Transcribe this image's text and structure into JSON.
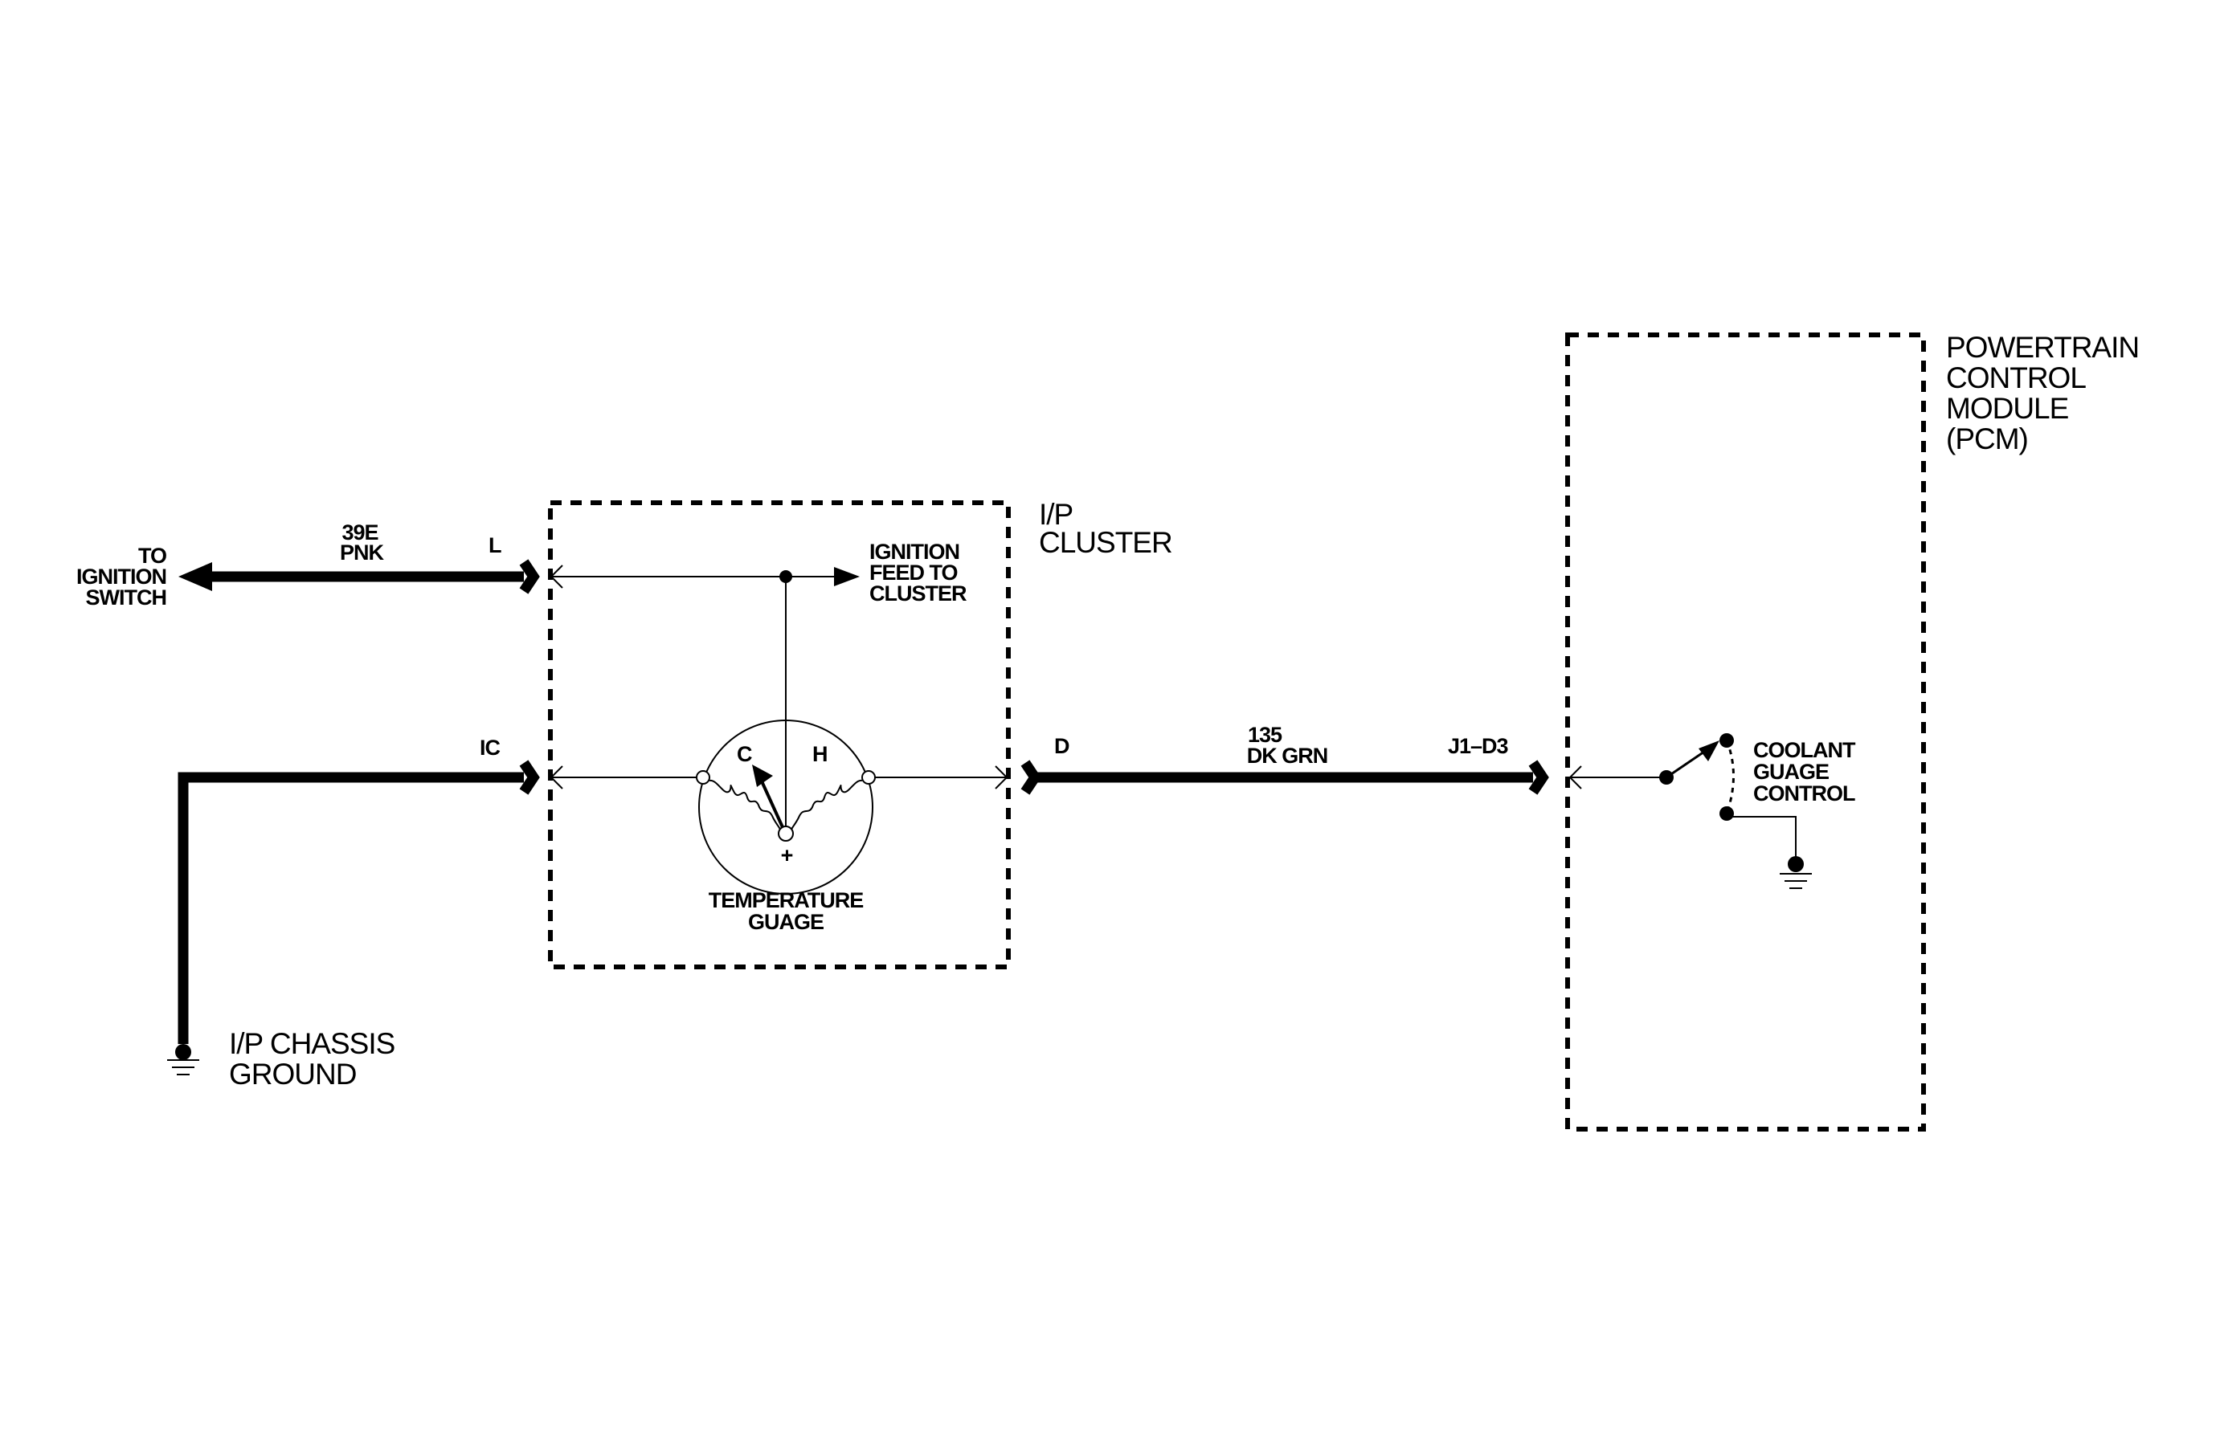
{
  "modules": {
    "ip_cluster": {
      "label_line1": "I/P",
      "label_line2": "CLUSTER"
    },
    "pcm": {
      "label_line1": "POWERTRAIN",
      "label_line2": "CONTROL",
      "label_line3": "MODULE",
      "label_line4": "(PCM)"
    }
  },
  "ignition": {
    "to_line1": "TO",
    "to_line2": "IGNITION",
    "to_line3": "SWITCH",
    "circuit": "39E",
    "wire_color": "PNK",
    "connector": "L",
    "feed_line1": "IGNITION",
    "feed_line2": "FEED TO",
    "feed_line3": "CLUSTER"
  },
  "ground": {
    "connector": "IC",
    "label_line1": "I/P CHASSIS",
    "label_line2": "GROUND"
  },
  "gauge": {
    "cold": "C",
    "hot": "H",
    "plus": "+",
    "label_line1": "TEMPERATURE",
    "label_line2": "GUAGE"
  },
  "signal": {
    "cluster_connector": "D",
    "circuit": "135",
    "wire_color": "DK GRN",
    "pcm_connector": "J1–D3"
  },
  "coolant_control": {
    "label_line1": "COOLANT",
    "label_line2": "GUAGE",
    "label_line3": "CONTROL"
  }
}
